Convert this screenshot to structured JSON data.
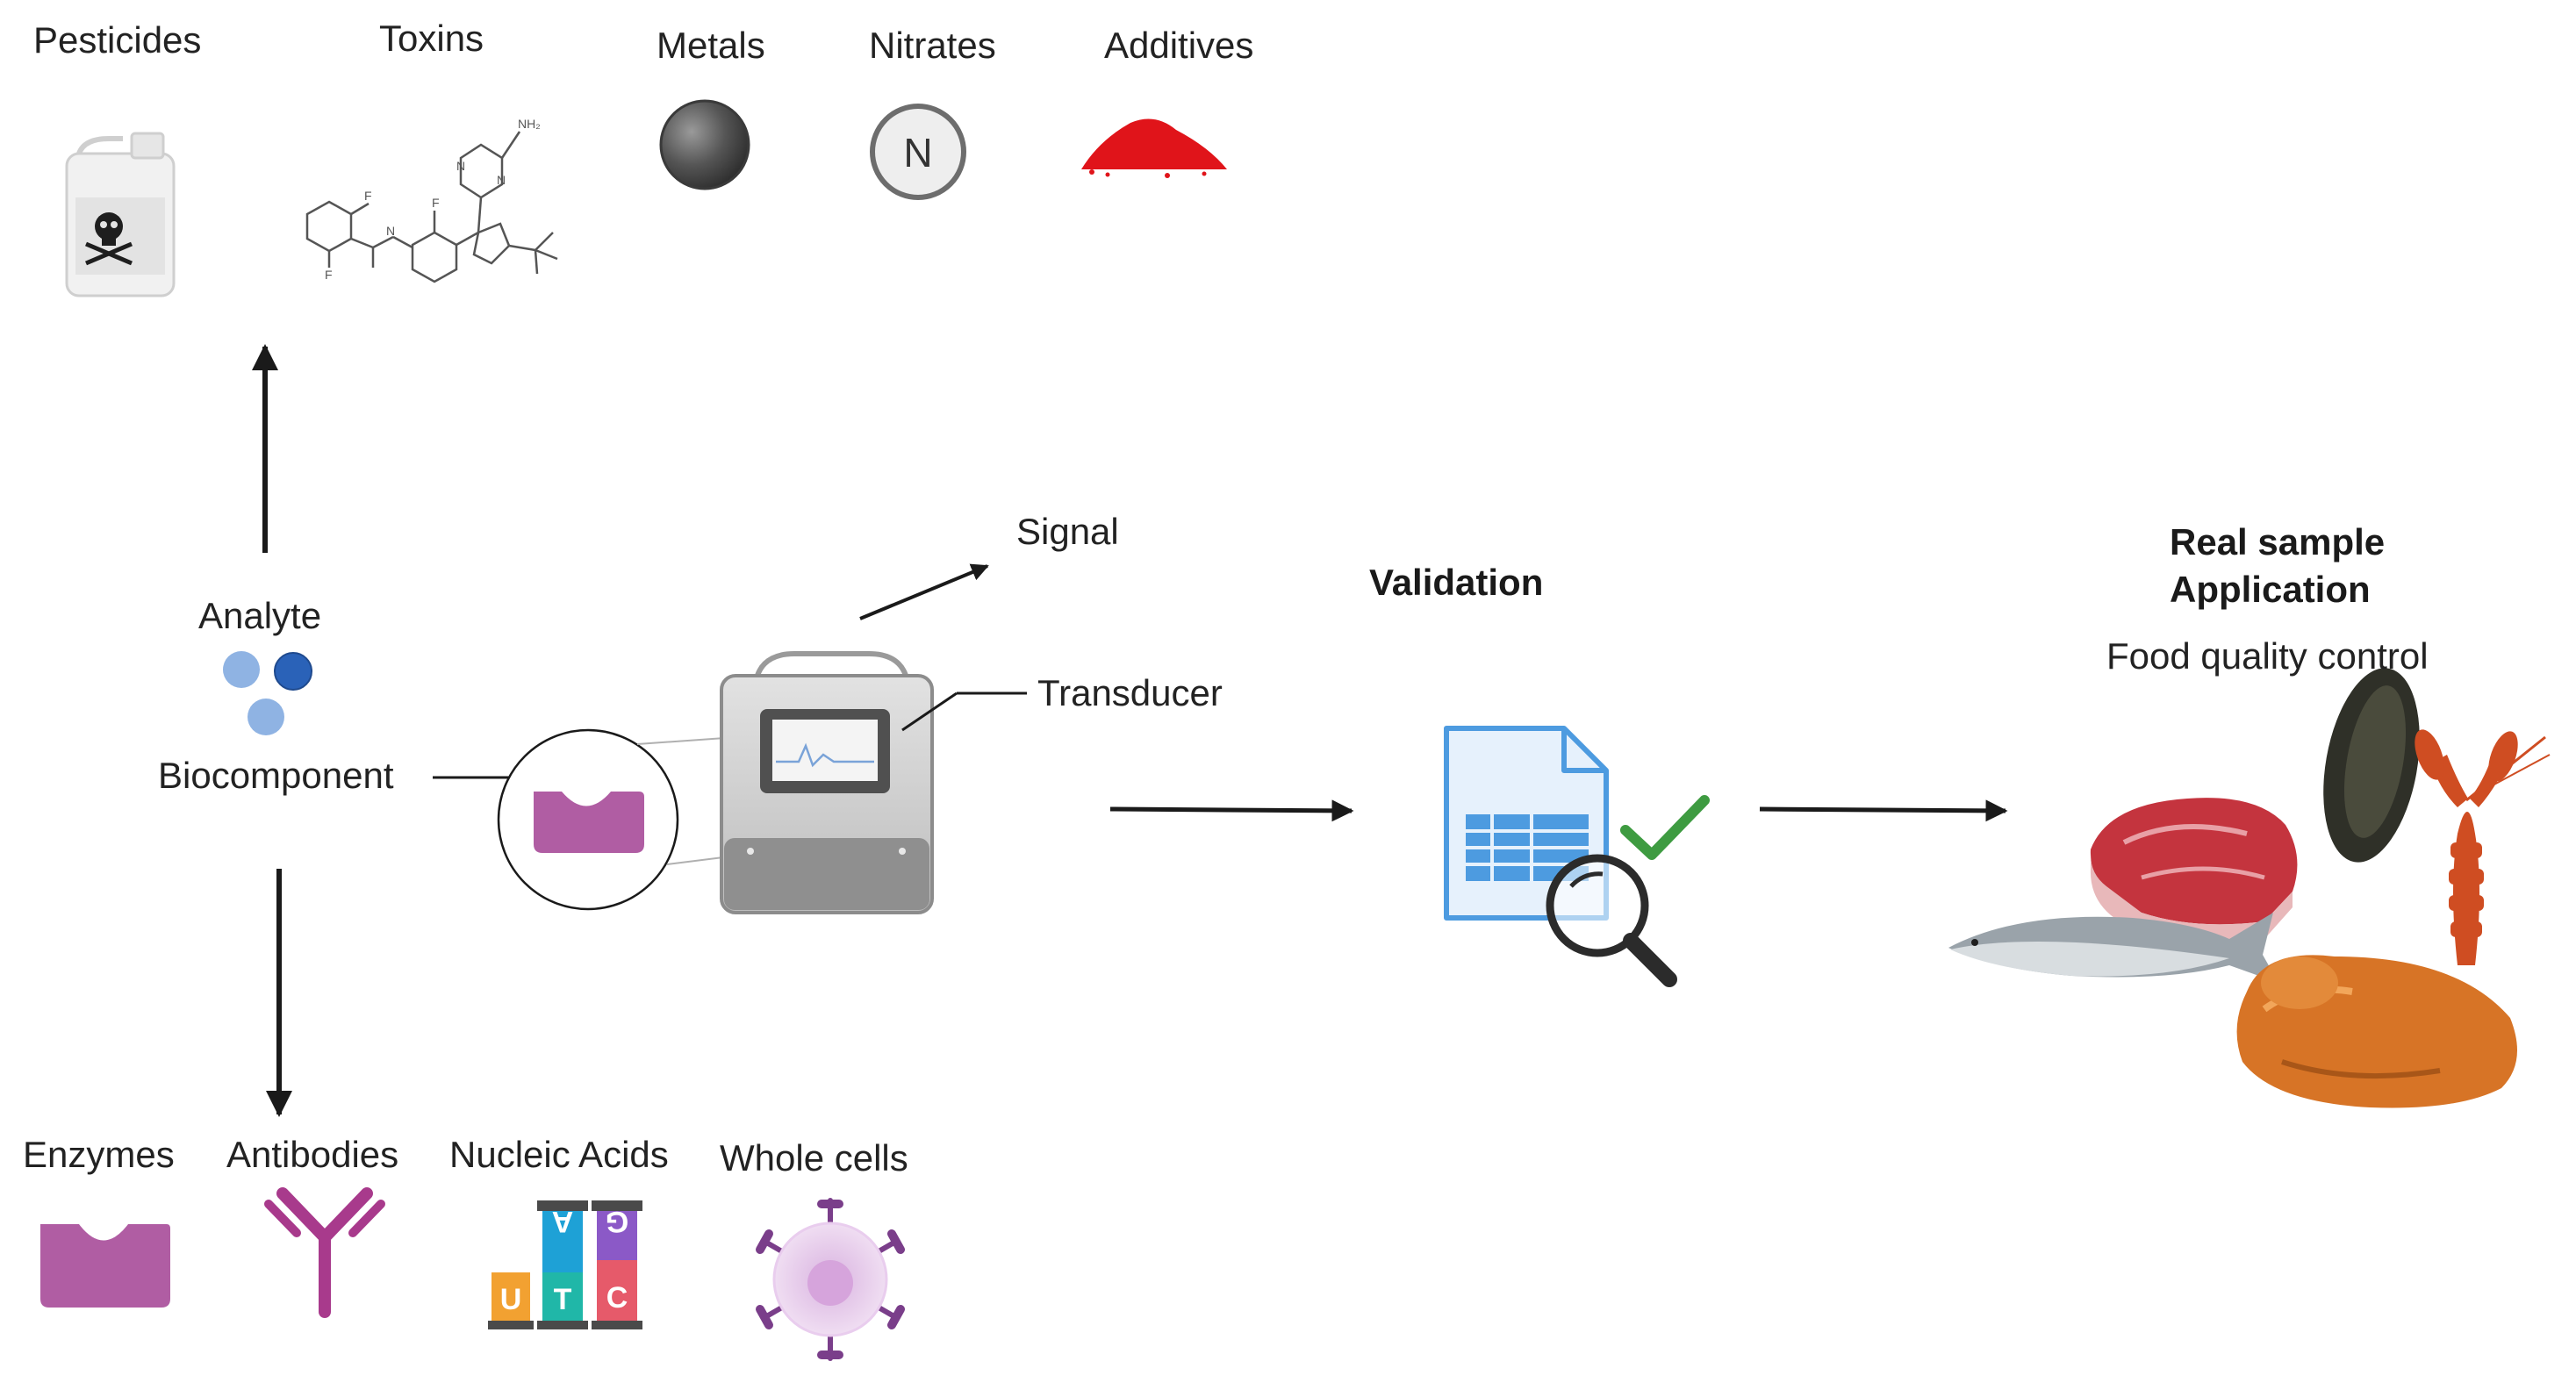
{
  "analytes": {
    "pesticides": "Pesticides",
    "toxins": "Toxins",
    "metals": "Metals",
    "nitrates": "Nitrates",
    "nitrates_symbol": "N",
    "additives": "Additives"
  },
  "center": {
    "analyte": "Analyte",
    "biocomponent": "Biocomponent",
    "signal": "Signal",
    "transducer": "Transducer"
  },
  "validation": {
    "title": "Validation"
  },
  "application": {
    "title_line1": "Real sample",
    "title_line2": "Application",
    "subtitle": "Food quality control"
  },
  "biocomponents": {
    "enzymes": "Enzymes",
    "antibodies": "Antibodies",
    "nucleic_acids": "Nucleic Acids",
    "whole_cells": "Whole cells",
    "bases": [
      "U",
      "A",
      "T",
      "G",
      "C"
    ]
  },
  "molecule_labels": {
    "amine": "NH₂",
    "nitrogen": "N",
    "halogen": "F"
  },
  "colors": {
    "arrow": "#1a1a1a",
    "enzyme": "#b05da3",
    "analyte_light": "#8fb3e3",
    "analyte_dark": "#2a62b8",
    "additive_red": "#e0141a",
    "check_green": "#3e9b41",
    "doc_blue": "#4d9be0"
  }
}
